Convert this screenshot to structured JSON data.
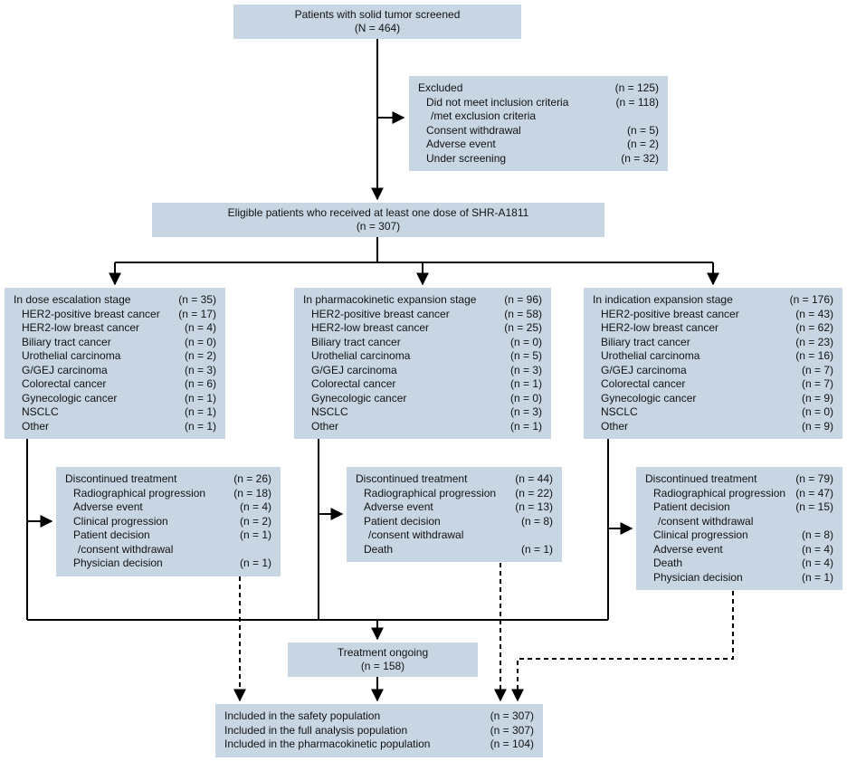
{
  "colors": {
    "box_fill": "#c8d6e4",
    "line": "#000000"
  },
  "screened": {
    "line1": "Patients with solid tumor screened",
    "line2": "(N = 464)"
  },
  "excluded": {
    "title": "Excluded",
    "title_n": "(n = 125)",
    "rows": [
      {
        "label": "Did not meet inclusion criteria",
        "n": "(n = 118)"
      },
      {
        "label": "/met exclusion criteria",
        "n": ""
      },
      {
        "label": "Consent withdrawal",
        "n": "(n = 5)"
      },
      {
        "label": "Adverse event",
        "n": "(n = 2)"
      },
      {
        "label": "Under screening",
        "n": "(n = 32)"
      }
    ]
  },
  "eligible": {
    "line1": "Eligible patients who received at least one dose of SHR-A1811",
    "line2": "(n = 307)"
  },
  "stages": [
    {
      "title": "In dose escalation stage",
      "title_n": "(n = 35)",
      "rows": [
        {
          "label": "HER2-positive breast cancer",
          "n": "(n = 17)"
        },
        {
          "label": "HER2-low breast cancer",
          "n": "(n = 4)"
        },
        {
          "label": "Biliary tract cancer",
          "n": "(n = 0)"
        },
        {
          "label": "Urothelial carcinoma",
          "n": "(n = 2)"
        },
        {
          "label": "G/GEJ carcinoma",
          "n": "(n = 3)"
        },
        {
          "label": "Colorectal cancer",
          "n": "(n = 6)"
        },
        {
          "label": "Gynecologic cancer",
          "n": "(n = 1)"
        },
        {
          "label": "NSCLC",
          "n": "(n = 1)"
        },
        {
          "label": "Other",
          "n": "(n = 1)"
        }
      ]
    },
    {
      "title": "In pharmacokinetic expansion stage",
      "title_n": "(n = 96)",
      "rows": [
        {
          "label": "HER2-positive breast cancer",
          "n": "(n = 58)"
        },
        {
          "label": "HER2-low breast cancer",
          "n": "(n = 25)"
        },
        {
          "label": "Biliary tract cancer",
          "n": "(n = 0)"
        },
        {
          "label": "Urothelial carcinoma",
          "n": "(n = 5)"
        },
        {
          "label": "G/GEJ carcinoma",
          "n": "(n = 3)"
        },
        {
          "label": "Colorectal cancer",
          "n": "(n = 1)"
        },
        {
          "label": "Gynecologic cancer",
          "n": "(n = 0)"
        },
        {
          "label": "NSCLC",
          "n": "(n = 3)"
        },
        {
          "label": "Other",
          "n": "(n = 1)"
        }
      ]
    },
    {
      "title": "In indication expansion stage",
      "title_n": "(n = 176)",
      "rows": [
        {
          "label": "HER2-positive breast cancer",
          "n": "(n = 43)"
        },
        {
          "label": "HER2-low breast cancer",
          "n": "(n = 62)"
        },
        {
          "label": "Biliary tract cancer",
          "n": "(n = 23)"
        },
        {
          "label": "Urothelial carcinoma",
          "n": "(n = 16)"
        },
        {
          "label": "G/GEJ carcinoma",
          "n": "(n = 7)"
        },
        {
          "label": "Colorectal cancer",
          "n": "(n = 7)"
        },
        {
          "label": "Gynecologic cancer",
          "n": "(n = 9)"
        },
        {
          "label": "NSCLC",
          "n": "(n = 0)"
        },
        {
          "label": "Other",
          "n": "(n = 9)"
        }
      ]
    }
  ],
  "discontinued": [
    {
      "title": "Discontinued treatment",
      "title_n": "(n = 26)",
      "rows": [
        {
          "label": "Radiographical progression",
          "n": "(n = 18)"
        },
        {
          "label": "Adverse event",
          "n": "(n = 4)"
        },
        {
          "label": "Clinical progression",
          "n": "(n = 2)"
        },
        {
          "label": "Patient decision",
          "n": "(n = 1)"
        },
        {
          "label": "/consent withdrawal",
          "n": ""
        },
        {
          "label": "Physician decision",
          "n": "(n = 1)"
        }
      ]
    },
    {
      "title": "Discontinued treatment",
      "title_n": "(n = 44)",
      "rows": [
        {
          "label": "Radiographical progression",
          "n": "(n = 22)"
        },
        {
          "label": "Adverse event",
          "n": "(n = 13)"
        },
        {
          "label": "Patient decision",
          "n": "(n = 8)"
        },
        {
          "label": "/consent withdrawal",
          "n": ""
        },
        {
          "label": "Death",
          "n": "(n = 1)"
        }
      ]
    },
    {
      "title": "Discontinued treatment",
      "title_n": "(n = 79)",
      "rows": [
        {
          "label": "Radiographical progression",
          "n": "(n = 47)"
        },
        {
          "label": "Patient decision",
          "n": "(n = 15)"
        },
        {
          "label": "/consent withdrawal",
          "n": ""
        },
        {
          "label": "Clinical progression",
          "n": "(n = 8)"
        },
        {
          "label": "Adverse event",
          "n": "(n = 4)"
        },
        {
          "label": "Death",
          "n": "(n = 4)"
        },
        {
          "label": "Physician decision",
          "n": "(n = 1)"
        }
      ]
    }
  ],
  "ongoing": {
    "line1": "Treatment ongoing",
    "line2": "(n = 158)"
  },
  "included": {
    "rows": [
      {
        "label": "Included in the safety population",
        "n": "(n = 307)"
      },
      {
        "label": "Included in the full analysis population",
        "n": "(n = 307)"
      },
      {
        "label": "Included in the pharmacokinetic population",
        "n": "(n = 104)"
      }
    ]
  }
}
